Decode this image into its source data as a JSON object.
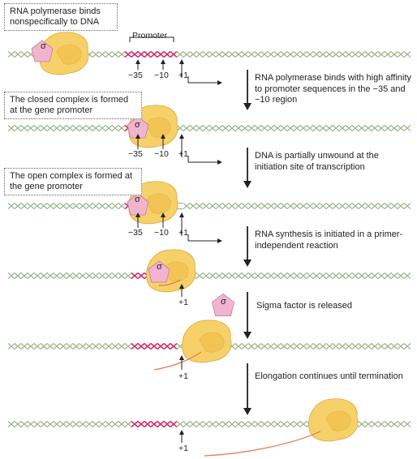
{
  "captions": {
    "c1": "RNA polymerase binds nonspecifically to DNA",
    "c2": "The closed complex is formed at the gene promoter",
    "c3": "The open complex is formed at the gene promoter"
  },
  "promoter_label": "Promoter",
  "sigma": "σ",
  "positions": {
    "m35": "−35",
    "m10": "−10",
    "p1": "+1"
  },
  "steps": {
    "s1": "RNA polymerase binds with high affinity to promoter sequences in the −35 and −10 region",
    "s2": "DNA is partially unwound at the initiation site of transcription",
    "s3": "RNA synthesis is initiated in a primer-independent reaction",
    "s4": "Sigma factor is released",
    "s5": "Elongation continues until termination"
  },
  "colors": {
    "dna": "#9bb58a",
    "promoter": "#d0306e",
    "polymerase": "#f6d068",
    "polymerase_edge": "#d9a93c",
    "sigma": "#f0b4cf",
    "sigma_edge": "#c77ca0",
    "rna": "#e5784f"
  }
}
